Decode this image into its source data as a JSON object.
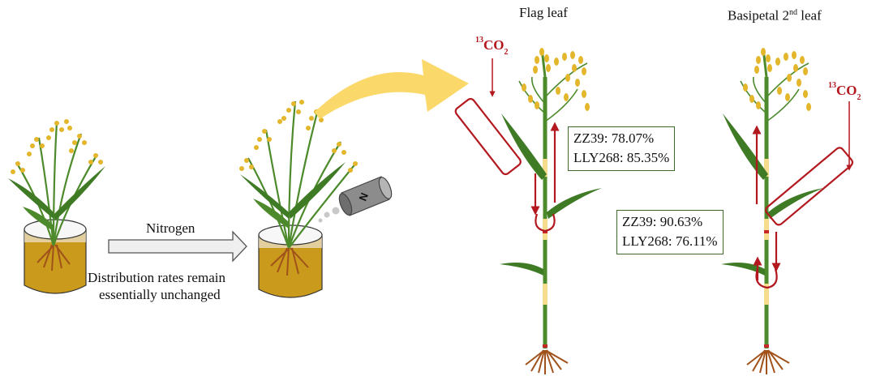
{
  "treatment": {
    "nitrogen_label": "Nitrogen",
    "distribution_line1": "Distribution rates remain",
    "distribution_line2": "essentially unchanged",
    "can_letter": "N"
  },
  "panels": {
    "flag": {
      "title": "Flag leaf",
      "isotope_mass": "13",
      "isotope_base": "CO",
      "isotope_sub": "2",
      "stats": [
        {
          "label": "ZZ39: 78.07%"
        },
        {
          "label": "LLY268: 85.35%"
        }
      ]
    },
    "basipetal": {
      "title_prefix": "Basipetal 2",
      "title_sup": "nd",
      "title_suffix": " leaf",
      "isotope_mass": "13",
      "isotope_base": "CO",
      "isotope_sub": "2",
      "stats": [
        {
          "label": "ZZ39: 90.63%"
        },
        {
          "label": "LLY268: 76.11%"
        }
      ]
    }
  },
  "colors": {
    "arrow_red": "#b3181f",
    "stem_green": "#4c8a2b",
    "soil": "#c99a1c",
    "panicle": "#e3b62b",
    "big_arrow": "#fbd86a",
    "box_border": "#3e6a2e",
    "node": "#f6dd8e"
  }
}
